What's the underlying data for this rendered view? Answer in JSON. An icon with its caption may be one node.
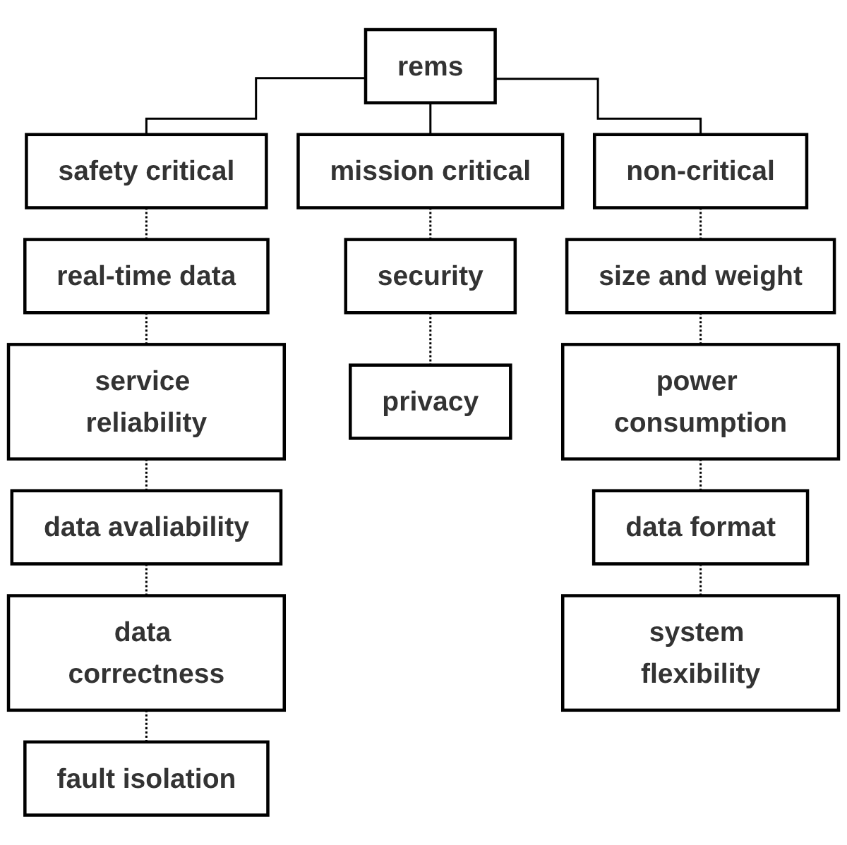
{
  "diagram": {
    "nodes": [
      {
        "text": [
          "rems"
        ]
      },
      {
        "text": [
          "safety critical"
        ]
      },
      {
        "text": [
          "mission critical"
        ]
      },
      {
        "text": [
          "non-critical"
        ]
      },
      {
        "text": [
          "real-time data"
        ]
      },
      {
        "text": [
          "service reliability"
        ]
      },
      {
        "text": [
          "data avaliability"
        ]
      },
      {
        "text": [
          "data correctness"
        ]
      },
      {
        "text": [
          "fault isolation"
        ]
      },
      {
        "text": [
          "security"
        ]
      },
      {
        "text": [
          "privacy"
        ]
      },
      {
        "text": [
          "size and weight"
        ]
      },
      {
        "text": [
          "power consumption"
        ]
      },
      {
        "text": [
          "data format"
        ]
      },
      {
        "text": [
          "system flexibility"
        ]
      }
    ],
    "edges": [
      {
        "from": 0,
        "to": 1,
        "arrow": "none"
      },
      {
        "from": 0,
        "to": 2,
        "arrow": "none"
      },
      {
        "from": 0,
        "to": 3,
        "arrow": "none"
      },
      {
        "from": 1,
        "to": 4,
        "arrow": "none",
        "style": "dashed"
      },
      {
        "from": 4,
        "to": 5,
        "arrow": "none",
        "style": "dashed"
      },
      {
        "from": 5,
        "to": 6,
        "arrow": "none",
        "style": "dashed"
      },
      {
        "from": 6,
        "to": 7,
        "arrow": "none",
        "style": "dashed"
      },
      {
        "from": 7,
        "to": 8,
        "arrow": "none",
        "style": "dashed"
      },
      {
        "from": 2,
        "to": 9,
        "arrow": "none",
        "style": "dashed"
      },
      {
        "from": 9,
        "to": 10,
        "arrow": "none",
        "style": "dashed"
      },
      {
        "from": 3,
        "to": 11,
        "arrow": "none",
        "style": "dashed"
      },
      {
        "from": 11,
        "to": 12,
        "arrow": "none",
        "style": "dashed"
      },
      {
        "from": 12,
        "to": 13,
        "arrow": "none",
        "style": "dashed"
      },
      {
        "from": 13,
        "to": 14,
        "arrow": "none",
        "style": "dashed"
      }
    ]
  }
}
